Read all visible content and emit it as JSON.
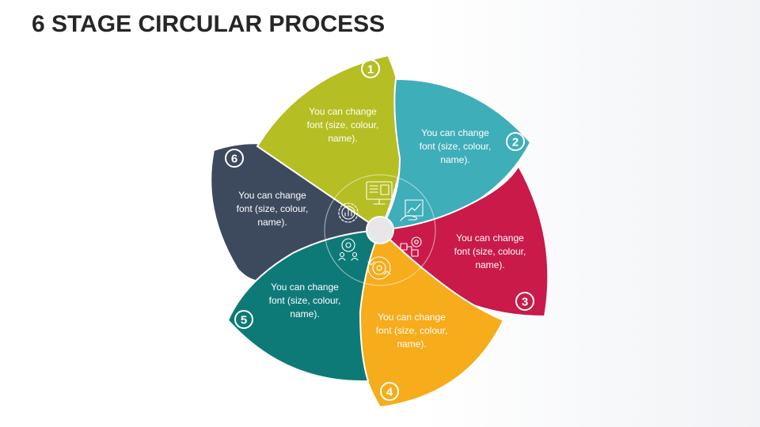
{
  "title": "6 STAGE CIRCULAR PROCESS",
  "colors": {
    "stage1": "#b5be23",
    "stage2": "#3eaeb9",
    "stage3": "#c91a4a",
    "stage4": "#f6ac1b",
    "stage5": "#0e7a78",
    "stage6": "#3d4a5e",
    "hub": "#e7e7e7"
  },
  "stages": [
    {
      "number": "1",
      "line1": "You can change",
      "line2": "font (size, colour,",
      "line3": "name).",
      "icon": "monitor-icon"
    },
    {
      "number": "2",
      "line1": "You can change",
      "line2": "font (size, colour,",
      "line3": "name).",
      "icon": "chart-hand-icon"
    },
    {
      "number": "3",
      "line1": "You can change",
      "line2": "font (size, colour,",
      "line3": "name).",
      "icon": "gear-flow-icon"
    },
    {
      "number": "4",
      "line1": "You can change",
      "line2": "font (size, colour,",
      "line3": "name).",
      "icon": "target-cycle-icon"
    },
    {
      "number": "5",
      "line1": "You can change",
      "line2": "font (size, colour,",
      "line3": "name).",
      "icon": "gear-people-icon"
    },
    {
      "number": "6",
      "line1": "You can change",
      "line2": "font (size, colour,",
      "line3": "name).",
      "icon": "gear-chart-icon"
    }
  ]
}
